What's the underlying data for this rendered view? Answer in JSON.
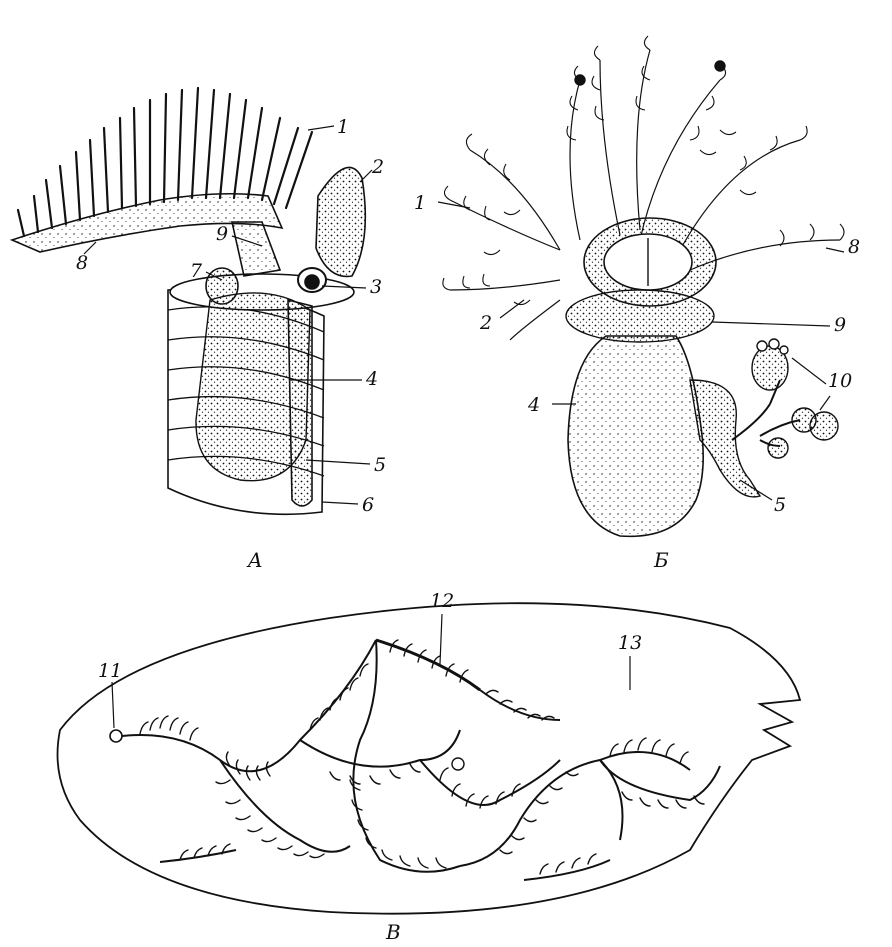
{
  "figures": {
    "A": {
      "caption": "A",
      "labels": [
        "1",
        "2",
        "9",
        "8",
        "7",
        "3",
        "4",
        "5",
        "6"
      ]
    },
    "B": {
      "caption": "Б",
      "labels": [
        "1",
        "8",
        "2",
        "9",
        "4",
        "10",
        "5"
      ]
    },
    "C": {
      "caption": "В",
      "labels": [
        "12",
        "11",
        "13"
      ]
    }
  },
  "colors": {
    "ink": "#111111",
    "paper": "#ffffff"
  }
}
